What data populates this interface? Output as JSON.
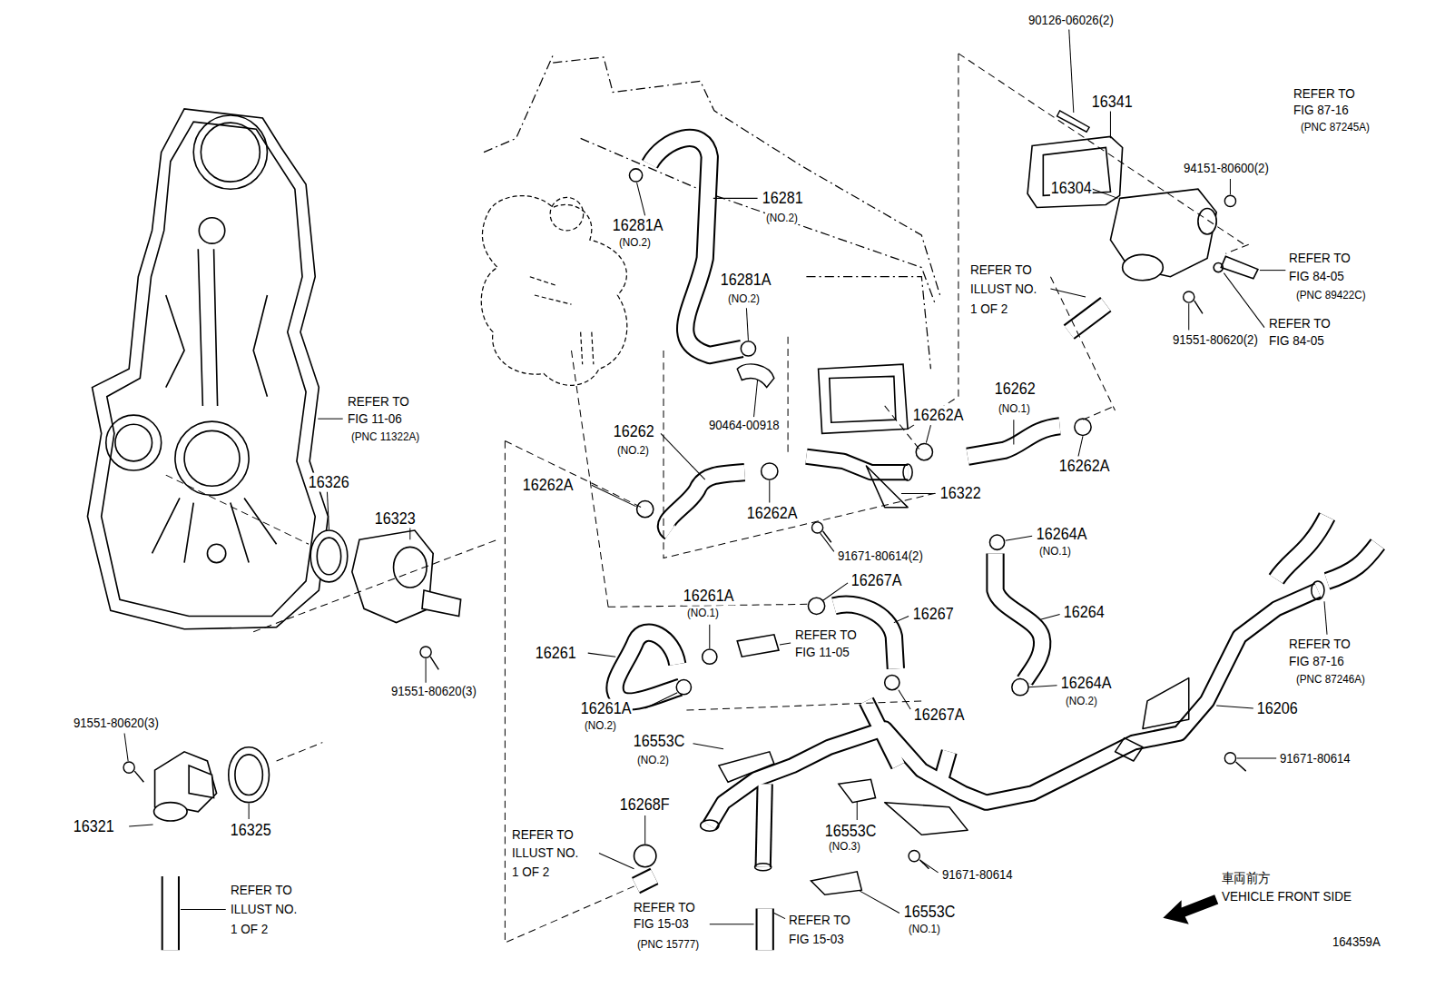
{
  "diagram": {
    "labels": [
      "90126-06026(2)",
      "16341",
      "REFER TO",
      "FIG 87-16",
      "(PNC 87245A)",
      "94151-80600(2)",
      "16304",
      "16281",
      "(NO.2)",
      "16281A",
      "(NO.2)",
      "REFER TO",
      "FIG 84-05",
      "(PNC 89422C)",
      "REFER TO",
      "ILLUST NO.",
      "1 OF 2",
      "16281A",
      "(NO.2)",
      "REFER TO",
      "FIG 84-05",
      "91551-80620(2)",
      "16262",
      "(NO.1)",
      "REFER TO",
      "FIG 11-06",
      "(PNC 11322A)",
      "16262A",
      "90464-00918",
      "16262",
      "(NO.2)",
      "16262A",
      "16326",
      "16262A",
      "16322",
      "16262A",
      "16323",
      "16264A",
      "(NO.1)",
      "91671-80614(2)",
      "16267A",
      "16261A",
      "(NO.1)",
      "16264",
      "16267",
      "REFER TO",
      "FIG 11-05",
      "REFER TO",
      "FIG 87-16",
      "(PNC 87246A)",
      "16261",
      "16264A",
      "(NO.2)",
      "91551-80620(3)",
      "16261A",
      "(NO.2)",
      "16206",
      "16267A",
      "91551-80620(3)",
      "16553C",
      "(NO.2)",
      "91671-80614",
      "16268F",
      "16321",
      "16325",
      "16553C",
      "(NO.3)",
      "REFER TO",
      "ILLUST NO.",
      "1 OF 2",
      "91671-80614",
      "車両前方",
      "VEHICLE FRONT SIDE",
      "REFER TO",
      "ILLUST NO.",
      "1 OF 2",
      "REFER TO",
      "FIG 15-03",
      "(PNC 15777)",
      "16553C",
      "(NO.1)",
      "REFER TO",
      "FIG 15-03",
      "164359A"
    ]
  }
}
